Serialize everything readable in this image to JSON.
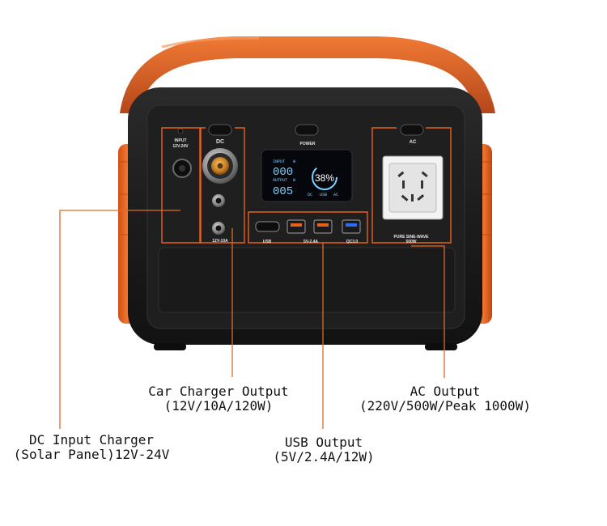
{
  "device": {
    "colors": {
      "body": "#1b1b1c",
      "accent": "#e8621b",
      "screen": "#05070c",
      "screen_text": "#7ad3ff",
      "leader_line": "#e06a2c"
    },
    "labels": {
      "dc_input": "INPUT\n12V-24V",
      "dc_button": "DC",
      "power_button": "POWER",
      "ac_button": "AC",
      "dc_rating": "12V-10A",
      "usb": "USB",
      "usb_rating": "5V-2.4A",
      "qc": "QC3.0",
      "ac_rating": "PURE SINE-WAVE\n500W"
    },
    "display": {
      "input_label": "INPUT",
      "input_unit": "W",
      "input_value": "000",
      "output_label": "OUTPUT",
      "output_unit": "W",
      "output_value": "005",
      "battery": "38%",
      "indicators": [
        "DC",
        "USB",
        "AC"
      ]
    },
    "icons": [
      "handle",
      "dc-input-port",
      "car-charger-socket",
      "dc-5521-port",
      "usb-a-port",
      "usb-qc3-port",
      "ac-outlet",
      "led-display"
    ]
  },
  "callouts": {
    "car": {
      "line1": "Car Charger Output",
      "line2": "(12V/10A/120W)"
    },
    "ac": {
      "line1": "AC Output",
      "line2": "(220V/500W/Peak 1000W)"
    },
    "dc": {
      "line1": "DC Input Charger",
      "line2": "(Solar Panel)12V-24V"
    },
    "usb": {
      "line1": "USB Output",
      "line2": "(5V/2.4A/12W)"
    }
  }
}
